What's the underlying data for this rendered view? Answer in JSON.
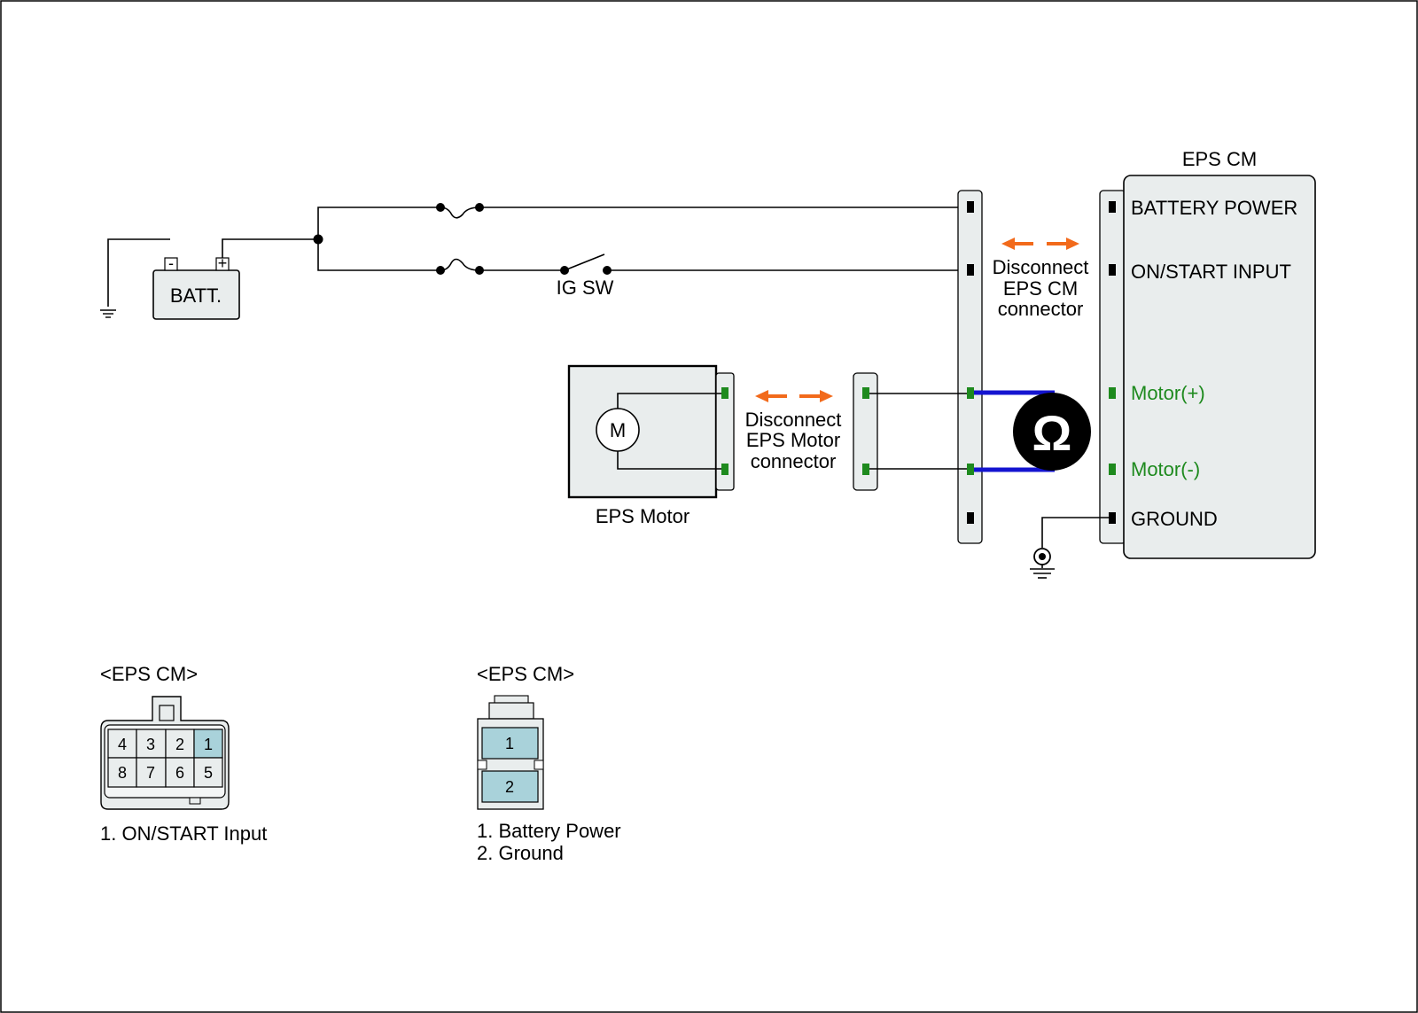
{
  "battery": {
    "label": "BATT.",
    "minus": "-",
    "plus": "+"
  },
  "switch": {
    "label": "IG SW"
  },
  "eps_cm": {
    "title": "EPS CM",
    "pins": {
      "battery_power": "BATTERY POWER",
      "on_start_input": "ON/START INPUT",
      "motor_plus": "Motor(+)",
      "motor_minus": "Motor(-)",
      "ground": "GROUND"
    }
  },
  "disconnect_cm": {
    "line1": "Disconnect",
    "line2": "EPS CM",
    "line3": "connector"
  },
  "disconnect_motor": {
    "line1": "Disconnect",
    "line2": "EPS Motor",
    "line3": "connector"
  },
  "motor": {
    "symbol": "M",
    "label": "EPS Motor"
  },
  "meter": {
    "symbol": "Ω"
  },
  "connector_8pin": {
    "title": "<EPS CM>",
    "top_row": [
      "4",
      "3",
      "2",
      "1"
    ],
    "bottom_row": [
      "8",
      "7",
      "6",
      "5"
    ],
    "legend": [
      "1. ON/START Input"
    ]
  },
  "connector_2pin": {
    "title": "<EPS CM>",
    "pins": [
      "1",
      "2"
    ],
    "legend": [
      "1. Battery Power",
      "2. Ground"
    ]
  },
  "colors": {
    "arrow": "#f26a1b",
    "probe": "#1414d0",
    "motor_pin": "#1e8a1e",
    "highlight_pin": "#a9d2da",
    "box_fill": "#e9eded"
  }
}
